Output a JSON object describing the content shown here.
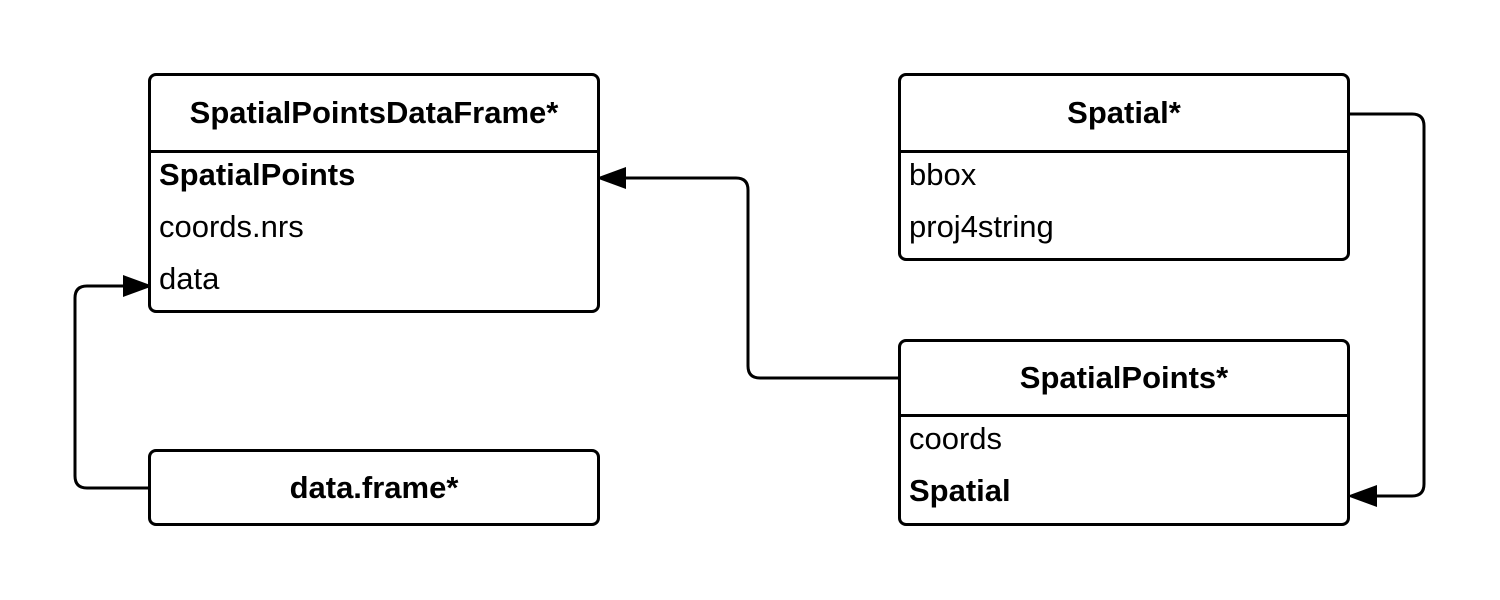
{
  "classes": {
    "spdf": {
      "title": "SpatialPointsDataFrame*",
      "fields": [
        {
          "label": "SpatialPoints",
          "bold": true
        },
        {
          "label": "coords.nrs",
          "bold": false
        },
        {
          "label": "data",
          "bold": false
        }
      ]
    },
    "spatial": {
      "title": "Spatial*",
      "fields": [
        {
          "label": "bbox",
          "bold": false
        },
        {
          "label": "proj4string",
          "bold": false
        }
      ]
    },
    "spatialpoints": {
      "title": "SpatialPoints*",
      "fields": [
        {
          "label": "coords",
          "bold": false
        },
        {
          "label": "Spatial",
          "bold": true
        }
      ]
    },
    "dataframe": {
      "title": "data.frame*",
      "fields": []
    }
  }
}
